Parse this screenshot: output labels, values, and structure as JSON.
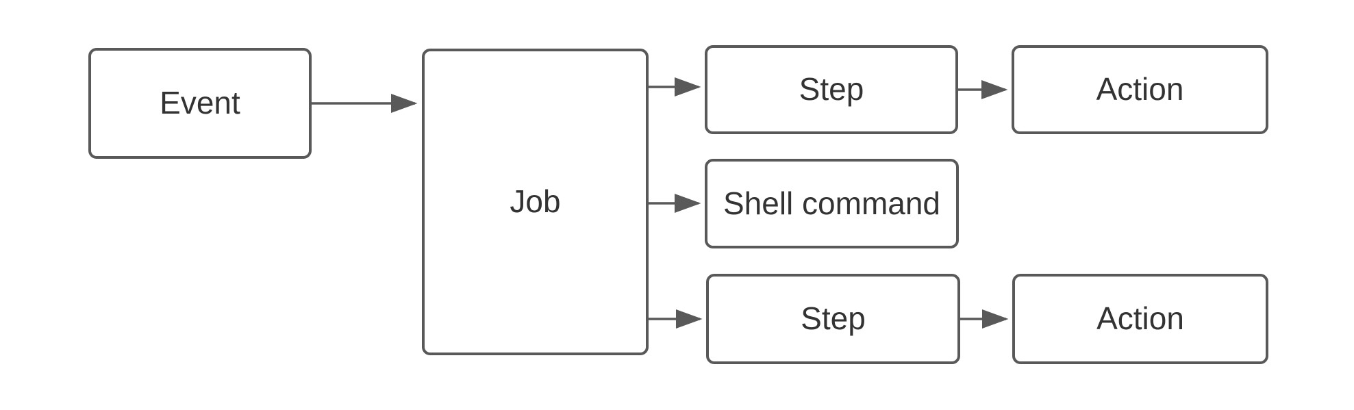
{
  "diagram": {
    "type": "flowchart",
    "background_color": "#ffffff",
    "node_fill_color": "#ffffff",
    "stroke_color": "#595959",
    "text_color": "#333333",
    "nodes": [
      {
        "id": "event",
        "label": "Event"
      },
      {
        "id": "job",
        "label": "Job"
      },
      {
        "id": "step-top",
        "label": "Step"
      },
      {
        "id": "action-top",
        "label": "Action"
      },
      {
        "id": "shell-command",
        "label": "Shell command"
      },
      {
        "id": "step-bottom",
        "label": "Step"
      },
      {
        "id": "action-bottom",
        "label": "Action"
      }
    ],
    "edges": [
      {
        "from": "event",
        "to": "job"
      },
      {
        "from": "job",
        "to": "step-top"
      },
      {
        "from": "job",
        "to": "shell-command"
      },
      {
        "from": "job",
        "to": "step-bottom"
      },
      {
        "from": "step-top",
        "to": "action-top"
      },
      {
        "from": "step-bottom",
        "to": "action-bottom"
      }
    ]
  }
}
